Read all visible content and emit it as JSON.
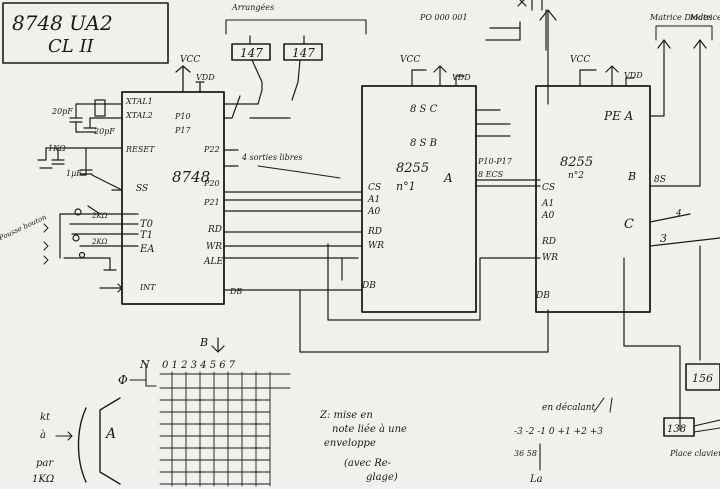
{
  "sheet": {
    "title": "8748 UA2",
    "subtitle": "CL II",
    "vcc": "VCC",
    "vdd": "VDD"
  },
  "mcu": {
    "name": "8748",
    "pins_left": [
      "XTAL1",
      "XTAL2",
      "RESET",
      "SS",
      "T0",
      "T1",
      "EA",
      "INT"
    ],
    "pins_right": [
      "P10",
      "P17",
      "P22",
      "P20",
      "P21",
      "RD",
      "WR",
      "ALE",
      "DB"
    ],
    "port_note": "4 sorties libres"
  },
  "left_parts": {
    "cap1": "20pF",
    "cap2": "20pF",
    "res": "1KΩ",
    "cap3": "1µF",
    "res2": "2KΩ",
    "res3": "2KΩ",
    "note": "Pousse bouton"
  },
  "drivers": {
    "label1": "147",
    "label2": "147",
    "header": "Arrangées"
  },
  "ppi1": {
    "name": "8255",
    "index": "n°1",
    "port_c": "8 S C",
    "port_b": "8 S B",
    "port_a": "A",
    "pins": [
      "CS",
      "A1",
      "A0",
      "RD",
      "WR",
      "DB"
    ],
    "note_top": "PO 000 001"
  },
  "ppi2": {
    "name": "8255",
    "index": "n°2",
    "port_a": "PE A",
    "port_b": "B",
    "port_c": "C",
    "pins": [
      "CS",
      "A1",
      "A0",
      "RD",
      "WR",
      "DB"
    ],
    "bus_label": "P10-P17",
    "bus_label2": "8 ECS",
    "b_count": "8S",
    "c_count": "4",
    "c_count2": "3"
  },
  "annotations": {
    "top_right1": "Matrice Diodes",
    "top_right2": "Matrice Clavier",
    "right_box1": "156",
    "right_box2": "138",
    "right_note": "Place clavier",
    "mid_note1": "Z: mise en",
    "mid_note2": "note liée à une",
    "mid_note3": "enveloppe",
    "mid_note4": "(avec Re-",
    "mid_note5": "glage)",
    "scale_title": "en décalant",
    "scale_row": "-3 -2 -1 0 +1 +2 +3",
    "scale_a": "La",
    "scale_nums": "36     58",
    "left_note1": "kt",
    "left_note2": "à",
    "left_note3": "par",
    "left_note4": "1KΩ",
    "matrix_n": "N",
    "matrix_phi": "Φ",
    "matrix_cols": "0 1 2 3 4 5 6 7",
    "matrix_b": "B"
  }
}
